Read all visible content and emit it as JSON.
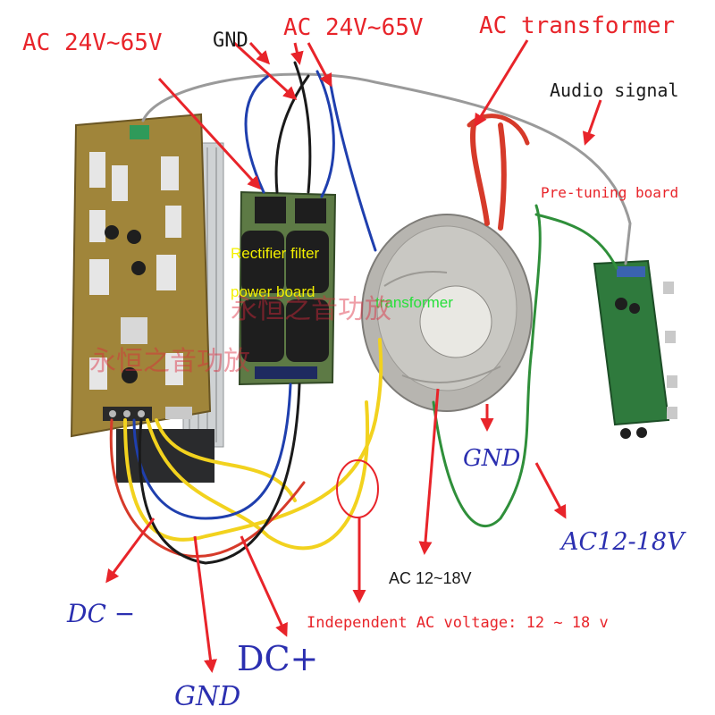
{
  "labels": {
    "ac_left": "AC 24V~65V",
    "gnd_top": "GND",
    "ac_mid": "AC 24V~65V",
    "ac_transformer": "AC transformer",
    "audio_signal": "Audio signal",
    "pre_tuning_board": "Pre-tuning board",
    "rectifier_line1": "Rectifier filter",
    "rectifier_line2": "power board",
    "transformer": "transformer",
    "gnd_blue": "GND",
    "ac_12_18_right": "AC12-18V",
    "ac_12_18_center": "AC 12~18V",
    "dc_minus": "DC −",
    "dc_plus": "DC+",
    "independent_ac": "Independent AC voltage: 12 ~ 18 v",
    "gnd_bottom": "GND"
  },
  "watermarks": [
    "永恒之音功放",
    "永恒之音功放"
  ],
  "colors": {
    "annotation_red": "#e8242a",
    "label_blue": "#2b2fb0",
    "board_label_yellow": "#f3f000",
    "transformer_label_green": "#26e03a",
    "wire_red": "#d63a2a",
    "wire_blue": "#1f3fae",
    "wire_black": "#1a1a1a",
    "wire_yellow": "#f2d21e",
    "wire_green": "#2f8f3a",
    "wire_gray": "#9a9a9a",
    "pcb_board": "#5d7a45",
    "amp_board": "#a0853a"
  }
}
